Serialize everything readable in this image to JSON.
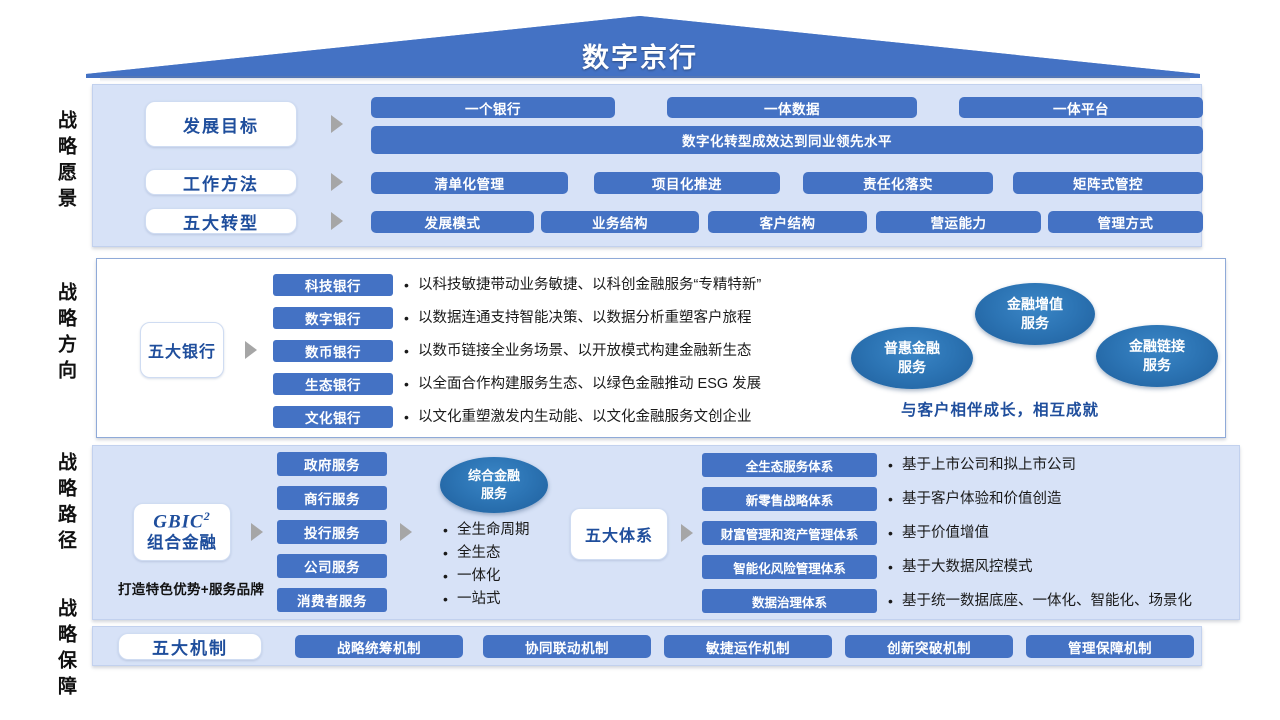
{
  "header": {
    "title": "数字京行"
  },
  "rail_labels": [
    {
      "id": "vision",
      "text": "战略愿景"
    },
    {
      "id": "direction",
      "text": "战略方向"
    },
    {
      "id": "path",
      "text": "战略路径"
    },
    {
      "id": "support",
      "text": "战略保障"
    }
  ],
  "vision": {
    "rows": [
      {
        "label": "发展目标",
        "items": [
          "一个银行",
          "一体数据",
          "一体平台"
        ]
      },
      {
        "label": "",
        "items": [
          "数字化转型成效达到同业领先水平"
        ]
      },
      {
        "label": "工作方法",
        "items": [
          "清单化管理",
          "项目化推进",
          "责任化落实",
          "矩阵式管控"
        ]
      },
      {
        "label": "五大转型",
        "items": [
          "发展模式",
          "业务结构",
          "客户结构",
          "营运能力",
          "管理方式"
        ]
      }
    ],
    "goal_label": "发展目标",
    "method_label": "工作方法",
    "transform_label": "五大转型",
    "banks_goal_1": "一个银行",
    "banks_goal_2": "一体数据",
    "banks_goal_3": "一体平台",
    "wide_goal": "数字化转型成效达到同业领先水平",
    "method_1": "清单化管理",
    "method_2": "项目化推进",
    "method_3": "责任化落实",
    "method_4": "矩阵式管控",
    "transform_1": "发展模式",
    "transform_2": "业务结构",
    "transform_3": "客户结构",
    "transform_4": "营运能力",
    "transform_5": "管理方式"
  },
  "direction": {
    "anchor_label": "五大银行",
    "banks": [
      {
        "name": "科技银行",
        "desc": "以科技敏捷带动业务敏捷、以科创金融服务“专精特新”"
      },
      {
        "name": "数字银行",
        "desc": "以数据连通支持智能决策、以数据分析重塑客户旅程"
      },
      {
        "name": "数币银行",
        "desc": "以数币链接全业务场景、以开放模式构建金融新生态"
      },
      {
        "name": "生态银行",
        "desc": "以全面合作构建服务生态、以绿色金融推动 ESG 发展"
      },
      {
        "name": "文化银行",
        "desc": "以文化重塑激发内生动能、以文化金融服务文创企业"
      }
    ],
    "ellipses": [
      {
        "line1": "普惠金融",
        "line2": "服务"
      },
      {
        "line1": "金融增值",
        "line2": "服务"
      },
      {
        "line1": "金融链接",
        "line2": "服务"
      }
    ],
    "tagline": "与客户相伴成长，相互成就"
  },
  "path": {
    "anchor_top": "GBIC",
    "anchor_sup": "2",
    "anchor_bottom": "组合金融",
    "anchor_note": "打造特色优势+服务品牌",
    "services": [
      "政府服务",
      "商行服务",
      "投行服务",
      "公司服务",
      "消费者服务"
    ],
    "combo_ellipse": {
      "line1": "综合金融",
      "line2": "服务"
    },
    "combo_bullets": [
      "全生命周期",
      "全生态",
      "一体化",
      "一站式"
    ],
    "systems_label": "五大体系",
    "systems": [
      {
        "name": "全生态服务体系",
        "desc": "基于上市公司和拟上市公司"
      },
      {
        "name": "新零售战略体系",
        "desc": "基于客户体验和价值创造"
      },
      {
        "name": "财富管理和资产管理体系",
        "desc": "基于价值增值"
      },
      {
        "name": "智能化风险管理体系",
        "desc": "基于大数据风控模式"
      },
      {
        "name": "数据治理体系",
        "desc": "基于统一数据底座、一体化、智能化、场景化"
      }
    ]
  },
  "support": {
    "anchor_label": "五大机制",
    "mechanisms": [
      "战略统筹机制",
      "协同联动机制",
      "敏捷运作机制",
      "创新突破机制",
      "管理保障机制"
    ]
  },
  "colors": {
    "chip_blue": "#4472c4",
    "section_fill": "#d7e2f7",
    "banner_blue": "#4472c4",
    "text_blue": "#1f4e9c",
    "ellipse_blue": "#2c74b4",
    "arrow_gray": "#a6a6a6"
  }
}
